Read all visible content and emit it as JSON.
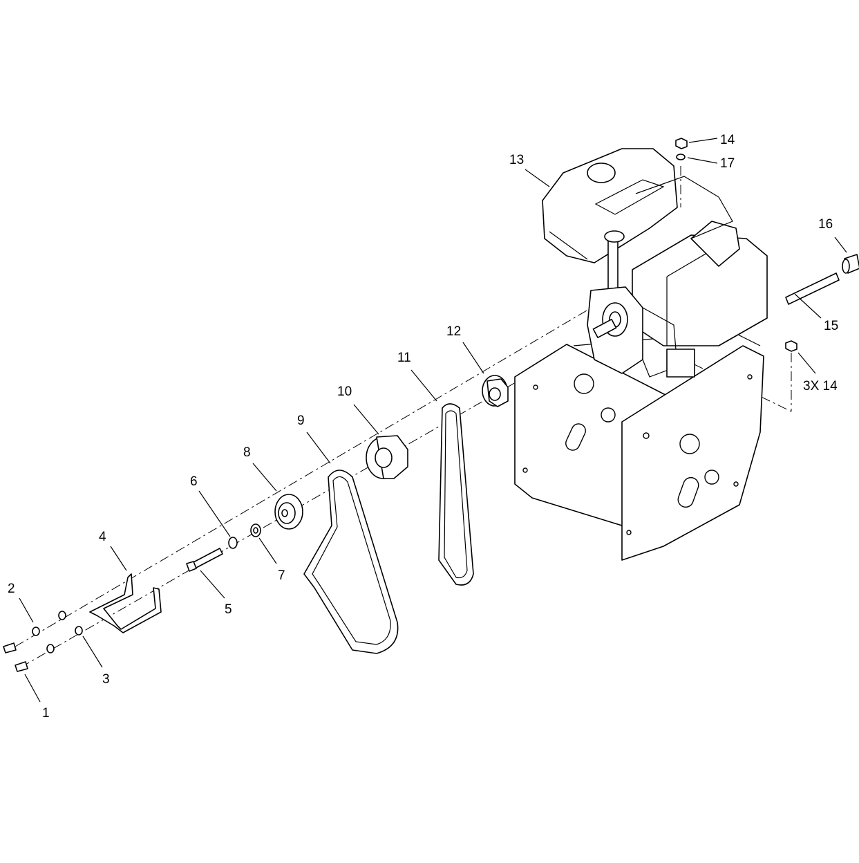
{
  "callouts": {
    "c1": "1",
    "c2": "2",
    "c3": "3",
    "c4": "4",
    "c5": "5",
    "c6": "6",
    "c7": "7",
    "c8": "8",
    "c9": "9",
    "c10": "10",
    "c11": "11",
    "c12": "12",
    "c13": "13",
    "c14": "14",
    "c15": "15",
    "c16": "16",
    "c17": "17",
    "c14x3": "3X 14"
  },
  "icons": {
    "bolt": "hex-bolt-icon",
    "washer": "washer-icon",
    "pulley": "pulley-icon",
    "belt": "v-belt-icon",
    "engine": "engine-icon",
    "frame": "frame-plate-icon"
  }
}
